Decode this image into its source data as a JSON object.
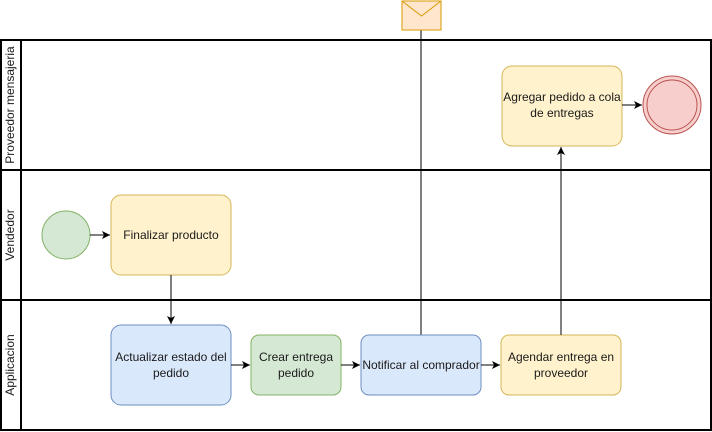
{
  "lanes": [
    {
      "label": "Proveedor mensajeria"
    },
    {
      "label": "Vendedor"
    },
    {
      "label": "Applicacion"
    }
  ],
  "tasks": {
    "agregar": [
      "Agregar pedido a cola",
      "de entregas"
    ],
    "finalizar": [
      "Finalizar producto"
    ],
    "actualizar": [
      "Actualizar estado del",
      "pedido"
    ],
    "crear": [
      "Crear entrega",
      "pedido"
    ],
    "notificar": [
      "Notificar al comprador"
    ],
    "agendar": [
      "Agendar entrega en",
      "proveedor"
    ]
  },
  "colors": {
    "yellow_fill": "#fff2cc",
    "yellow_stroke": "#d6b656",
    "blue_fill": "#dae8fc",
    "blue_stroke": "#6c8ebf",
    "green_fill": "#d5e8d4",
    "green_stroke": "#82b366",
    "red_fill": "#f8cecc",
    "red_stroke": "#b85450",
    "orange_fill": "#ffe6cc",
    "orange_stroke": "#d79b00"
  }
}
